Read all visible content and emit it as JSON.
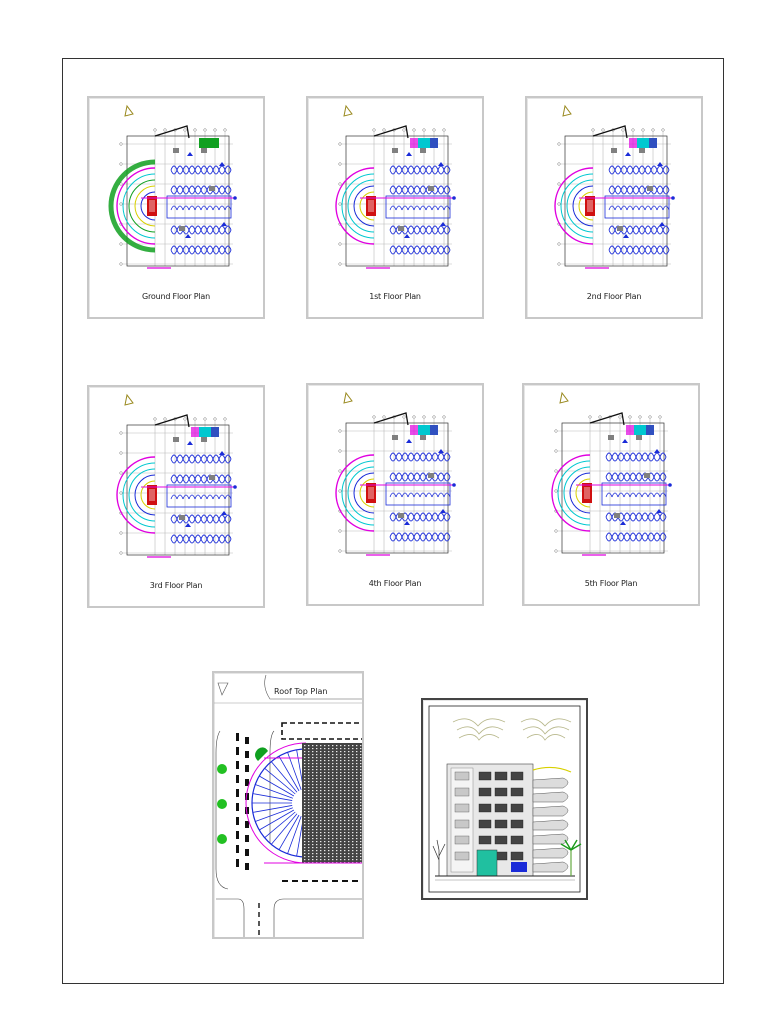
{
  "sheet": {
    "plans": [
      {
        "caption": "Ground Floor Plan",
        "variant": "ground"
      },
      {
        "caption": "1st Floor Plan",
        "variant": "upper"
      },
      {
        "caption": "2nd Floor Plan",
        "variant": "upper"
      },
      {
        "caption": "3rd Floor Plan",
        "variant": "upper"
      },
      {
        "caption": "4th Floor Plan",
        "variant": "upper"
      },
      {
        "caption": "5th Floor Plan",
        "variant": "upper"
      }
    ],
    "roof": {
      "caption": "Roof Top Plan"
    },
    "elevation": {
      "caption": ""
    }
  },
  "colors": {
    "frame": "#c8c8c8",
    "magenta": "#e000e0",
    "blue": "#1a2bd8",
    "cyan": "#00c8d0",
    "red": "#d01010",
    "green": "#10a020",
    "yellow": "#d8d000",
    "grey": "#808080"
  },
  "icons": [
    "north-arrow-icon",
    "tree-icon"
  ]
}
